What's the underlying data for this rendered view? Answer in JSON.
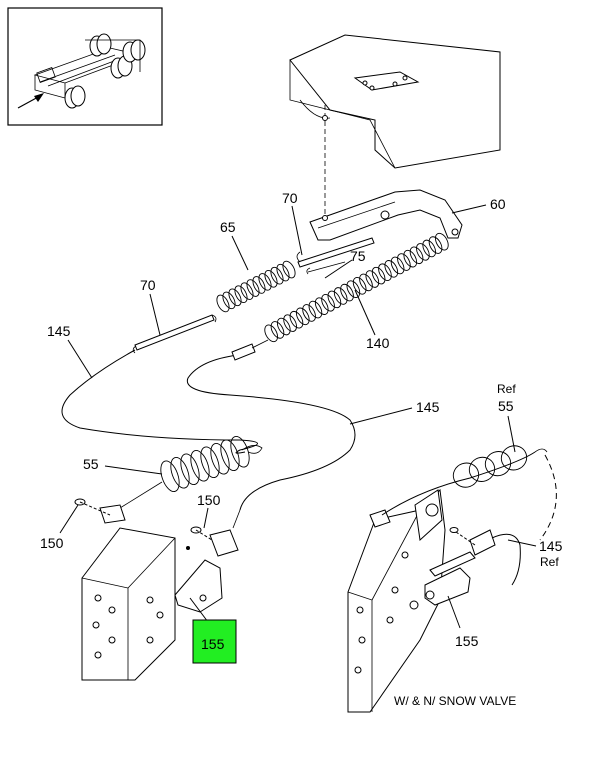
{
  "callouts": {
    "c60": "60",
    "c70_top": "70",
    "c65": "65",
    "c75": "75",
    "c70_left": "70",
    "c140": "140",
    "c145_left": "145",
    "c145_mid": "145",
    "c55": "55",
    "c150_left": "150",
    "c150_mid": "150",
    "c155_highlight": "155",
    "c155_right": "155",
    "ref55_ref": "Ref",
    "ref55_num": "55",
    "ref145_num": "145",
    "ref145_ref": "Ref"
  },
  "caption": "W/ & N/ SNOW VALVE",
  "colors": {
    "highlight": "#22ee22",
    "line": "#000000",
    "background": "#ffffff"
  }
}
